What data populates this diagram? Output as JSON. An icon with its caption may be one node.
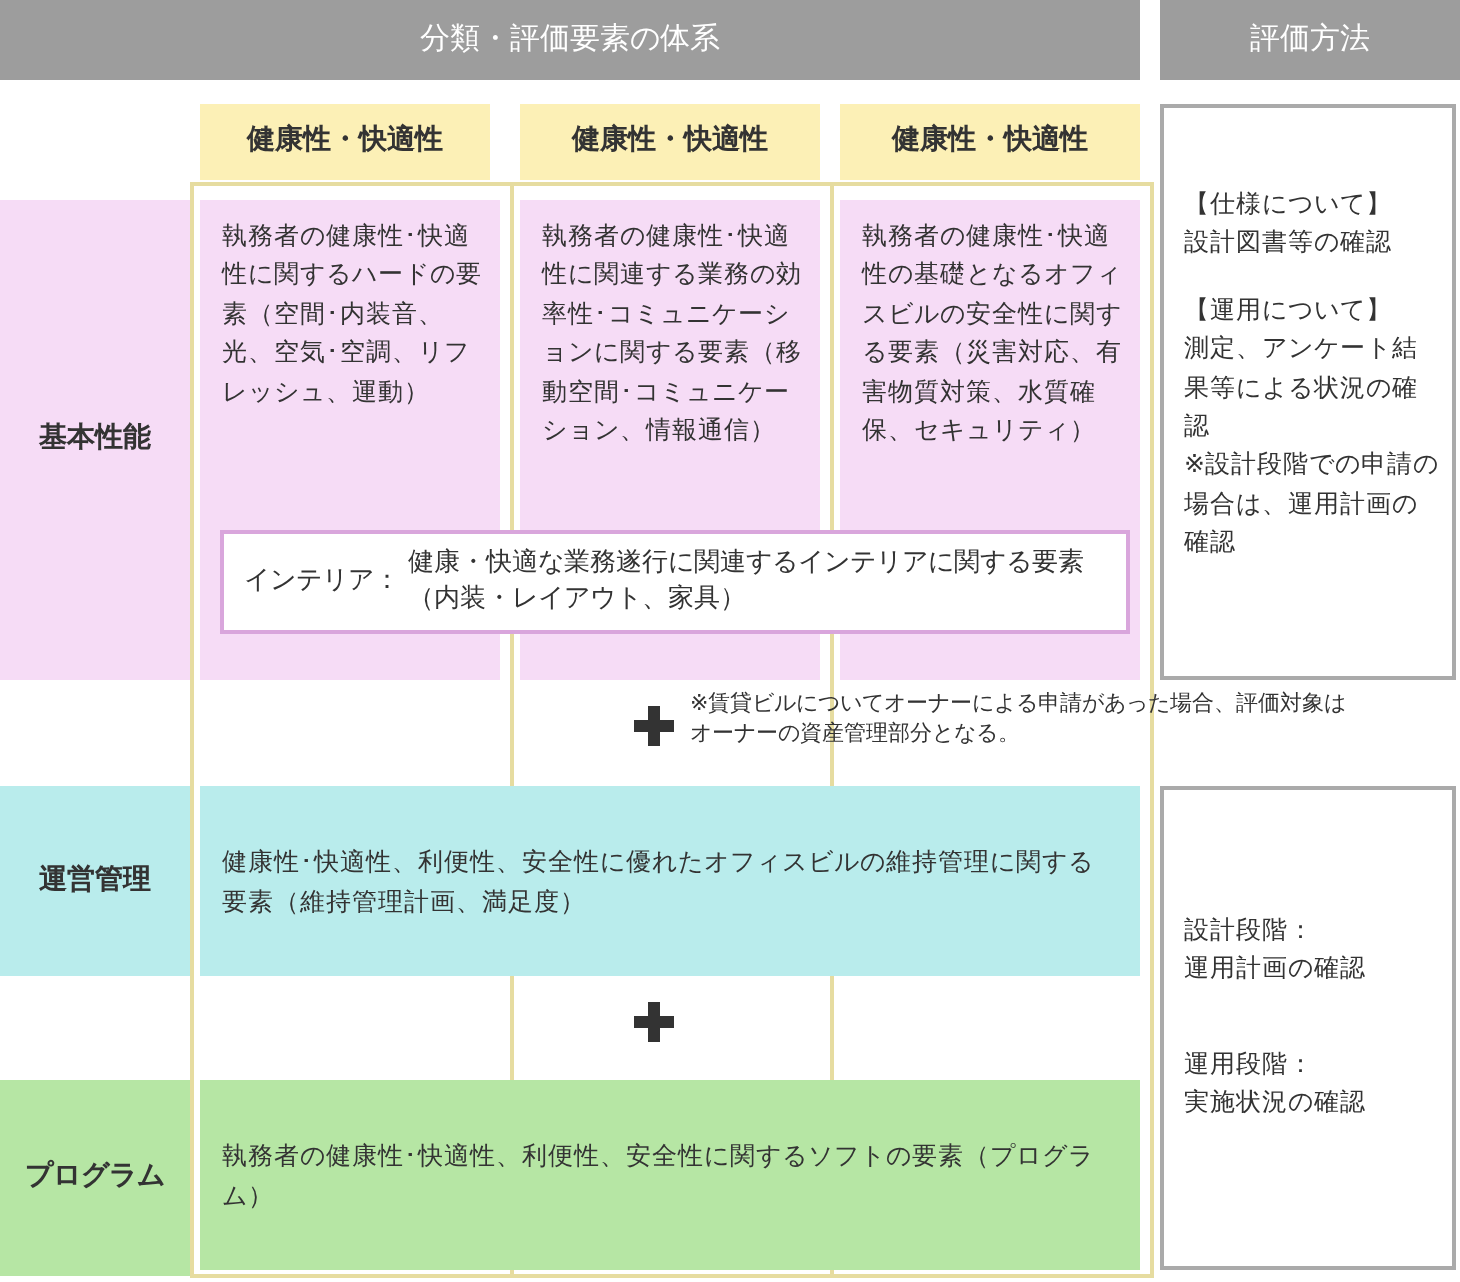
{
  "diagram": {
    "nodes": [
      {
        "text": [
          "分類・評価要素の体系"
        ]
      },
      {
        "text": [
          "評価方法"
        ]
      },
      {
        "text": [
          "健康性・快適性"
        ]
      },
      {
        "text": [
          "健康性・快適性"
        ]
      },
      {
        "text": [
          "健康性・快適性"
        ]
      },
      {
        "text": [
          "基本性能"
        ]
      },
      {
        "text": [
          "執務者の健康性･快適性に関するハードの要素（空間･内装音、光、空気･空調、リフレッシュ、運動）"
        ]
      },
      {
        "text": [
          "執務者の健康性･快適性に関連する業務の効率性･コミュニケーションに関する要素（移動空間･コミュニケーション、情報通信）"
        ]
      },
      {
        "text": [
          "執務者の健康性･快適性の基礎となるオフィスビルの安全性に関する要素（災害対応、有害物質対策、水質確保、セキュリティ）"
        ]
      },
      {
        "text": [
          "インテリア：",
          "健康・快適な業務遂行に関連するインテリアに関する要素（内装・レイアウト、家具）"
        ]
      },
      {
        "text": [
          "【仕様について】",
          "設計図書等の確認",
          "【運用について】",
          "測定、アンケート結果等による状況の確認",
          "※設計段階での申請の場合は、運用計画の確認"
        ]
      },
      {
        "text": [
          "運営管理"
        ]
      },
      {
        "text": [
          "健康性･快適性、利便性、安全性に優れたオフィスビルの維持管理に関する要素（維持管理計画、満足度）"
        ]
      },
      {
        "text": [
          "プログラム"
        ]
      },
      {
        "text": [
          "執務者の健康性･快適性、利便性、安全性に関するソフトの要素（プログラム）"
        ]
      },
      {
        "text": [
          "設計段階：",
          "運用計画の確認",
          "運用段階：",
          "実施状況の確認"
        ]
      }
    ],
    "labels": [
      "※賃貸ビルについてオーナーによる申請があった場合、評価対象はオーナーの資産管理部分となる。"
    ]
  }
}
